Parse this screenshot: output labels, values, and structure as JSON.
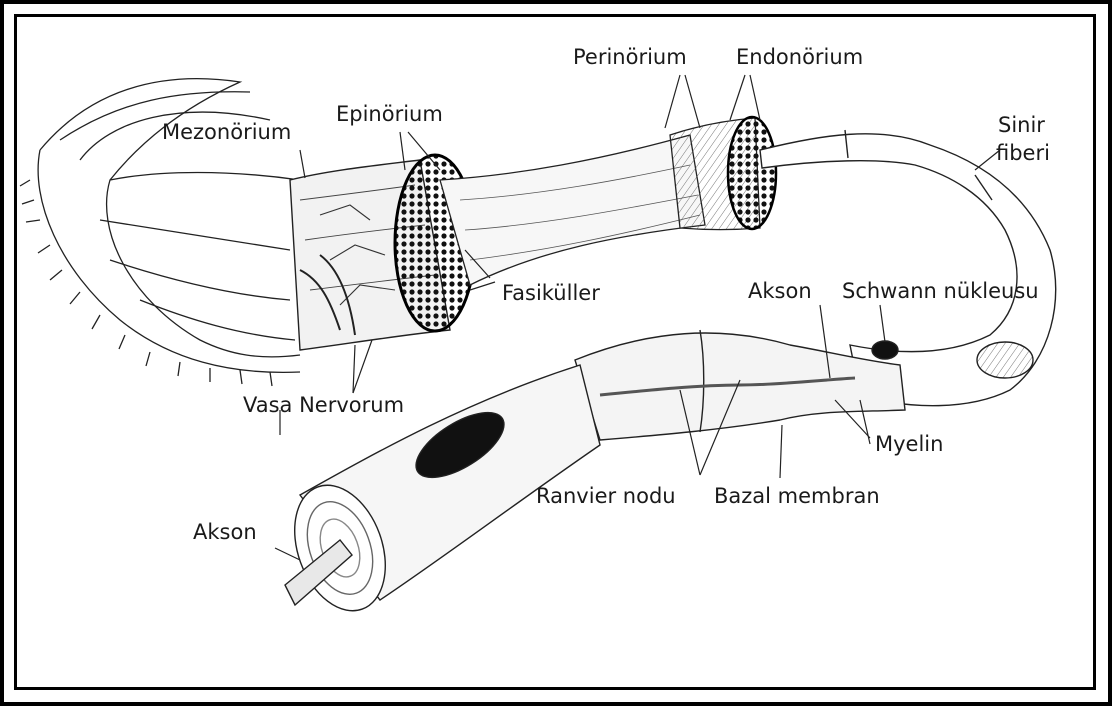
{
  "diagram": {
    "labels": {
      "mezonorium": "Mezonörium",
      "epinorium": "Epinörium",
      "perinorium": "Perinörium",
      "endonorium": "Endonörium",
      "sinir_fiberi_line1": "Sinir",
      "sinir_fiberi_line2": "fiberi",
      "fasikuller": "Fasiküller",
      "akson_upper": "Akson",
      "schwann_nukleusu": "Schwann nükleusu",
      "vasa_nervorum": "Vasa Nervorum",
      "myelin": "Myelin",
      "ranvier_nodu": "Ranvier nodu",
      "bazal_membran": "Bazal membran",
      "akson_lower": "Akson"
    }
  }
}
